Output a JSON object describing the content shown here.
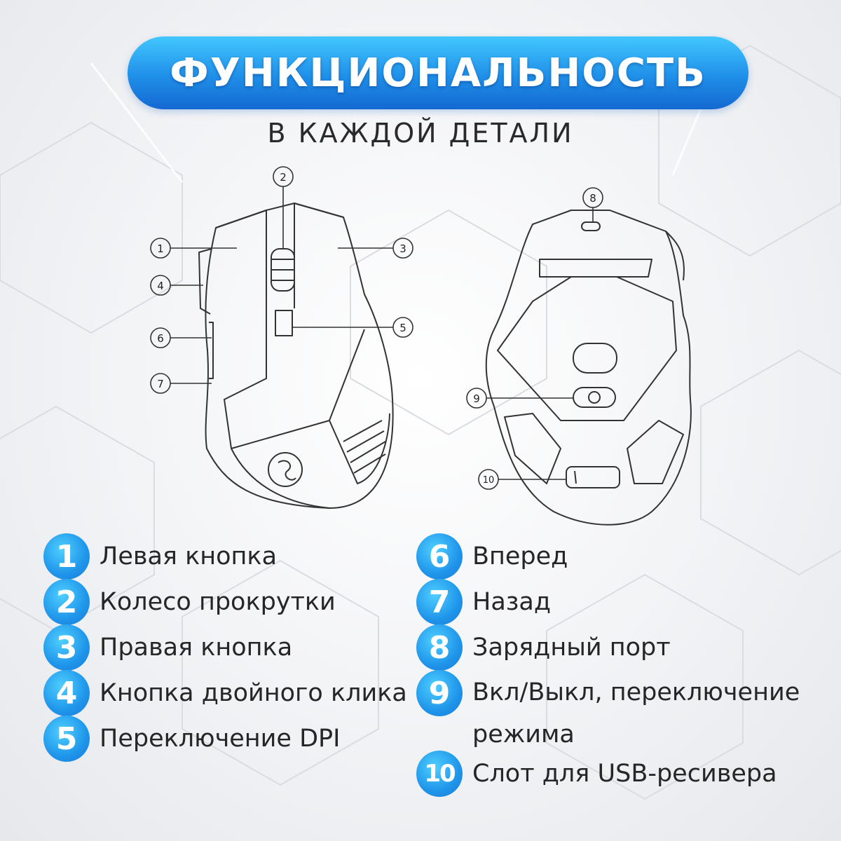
{
  "header": {
    "title": "ФУНКЦИОНАЛЬНОСТЬ",
    "subtitle": "В КАЖДОЙ ДЕТАЛИ"
  },
  "diagram": {
    "top_view_callouts": [
      "1",
      "2",
      "3",
      "4",
      "5",
      "6",
      "7"
    ],
    "bottom_view_callouts": [
      "8",
      "9",
      "10"
    ]
  },
  "features_left": [
    {
      "num": "1",
      "label": "Левая кнопка"
    },
    {
      "num": "2",
      "label": "Колесо прокрутки"
    },
    {
      "num": "3",
      "label": "Правая кнопка"
    },
    {
      "num": "4",
      "label": "Кнопка двойного клика"
    },
    {
      "num": "5",
      "label": "Переключение DPI"
    }
  ],
  "features_right": [
    {
      "num": "6",
      "label": "Вперед"
    },
    {
      "num": "7",
      "label": "Назад"
    },
    {
      "num": "8",
      "label": "Зарядный порт"
    },
    {
      "num": "9",
      "label_line1": "Вкл/Выкл, переключение",
      "label_line2": "режима"
    },
    {
      "num": "10",
      "label": "Слот для USB-ресивера"
    }
  ],
  "colors": {
    "accent": "#1f8fe8",
    "accent_light": "#43c7ff",
    "text": "#262626",
    "line": "#333333"
  }
}
